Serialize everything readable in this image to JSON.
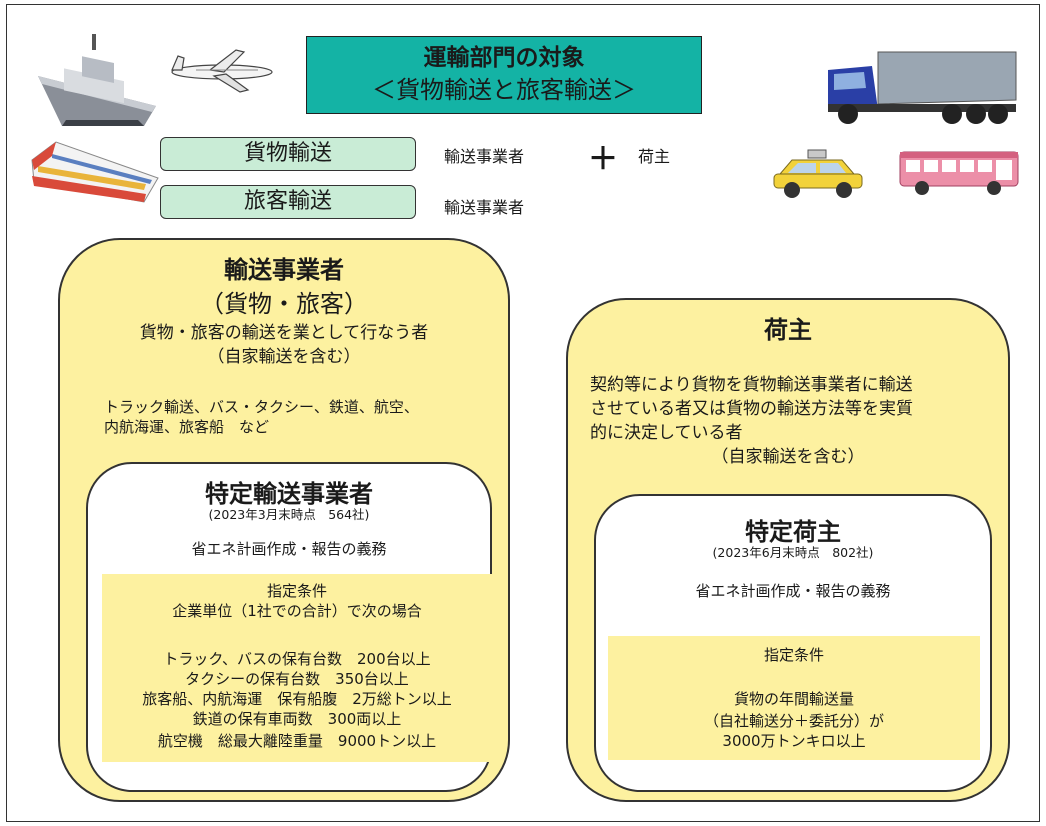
{
  "header": {
    "title": "運輸部門の対象",
    "subtitle": "＜貨物輸送と旅客輸送＞"
  },
  "categories": {
    "freight": {
      "label": "貨物輸送",
      "party1": "輸送事業者",
      "plus": "＋",
      "party2": "荷主"
    },
    "passenger": {
      "label": "旅客輸送",
      "party1": "輸送事業者"
    }
  },
  "carriers": {
    "title": "輸送事業者",
    "subtitle": "（貨物・旅客）",
    "desc1": "貨物・旅客の輸送を業として行なう者",
    "desc2": "（自家輸送を含む）",
    "examples1": "トラック輸送、バス・タクシー、鉄道、航空、",
    "examples2": "内航海運、旅客船　など",
    "specified": {
      "title": "特定輸送事業者",
      "note": "(2023年3月末時点　564社)",
      "duty": "省エネ計画作成・報告の義務",
      "cond_title": "指定条件",
      "cond_sub": "企業単位（1社での合計）で次の場合",
      "cond1": "トラック、バスの保有台数　200台以上",
      "cond2": "タクシーの保有台数　350台以上",
      "cond3": "旅客船、内航海運　保有船腹　2万総トン以上",
      "cond4": "鉄道の保有車両数　300両以上",
      "cond5": "航空機　総最大離陸重量　9000トン以上"
    }
  },
  "shippers": {
    "title": "荷主",
    "desc1": "契約等により貨物を貨物輸送事業者に輸送",
    "desc2": "させている者又は貨物の輸送方法等を実質",
    "desc3": "的に決定している者",
    "desc4": "（自家輸送を含む）",
    "specified": {
      "title": "特定荷主",
      "note": "(2023年6月末時点　802社)",
      "duty": "省エネ計画作成・報告の義務",
      "cond_title": "指定条件",
      "cond1": "貨物の年間輸送量",
      "cond2": "（自社輸送分＋委託分）が",
      "cond3": "3000万トンキロ以上"
    }
  },
  "icons": [
    "ship-icon",
    "airplane-icon",
    "truck-icon",
    "train-icon",
    "taxi-icon",
    "bus-icon"
  ],
  "colors": {
    "title_bg": "#14b3a5",
    "pill_bg": "#c9ecd6",
    "panel_bg": "#fdf1a0"
  }
}
